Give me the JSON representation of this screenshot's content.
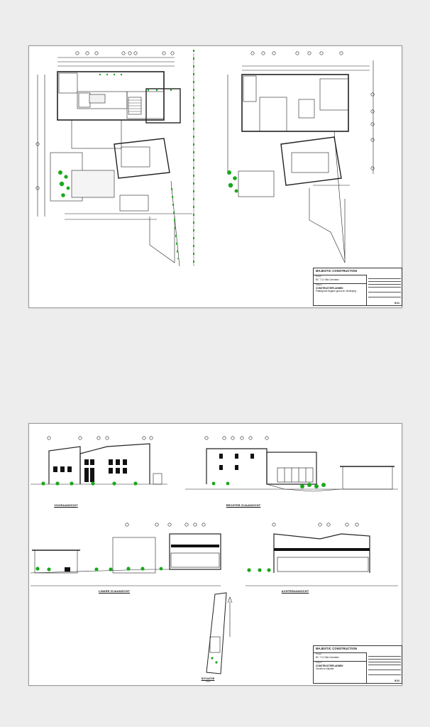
{
  "sheets": [
    {
      "company": "MAJESTIC CONSTRUCTION",
      "project_label": "Project",
      "project": "BC 7.11 Villa Carnation",
      "subject_label": "Subject",
      "title_line1": "CONSTRUCTIEPLANNEN",
      "title_line2": "Plattegrond begane grond en verdieping",
      "sheet_number": "B.01"
    },
    {
      "company": "MAJESTIC CONSTRUCTION",
      "project_label": "Project",
      "project": "BC 7.11 Villa Carnation",
      "subject_label": "Subject",
      "title_line1": "CONSTRUCTIEPLANNEN",
      "title_line2": "Gevels en situatie",
      "sheet_number": "B.02",
      "views": {
        "front": "VOORAANZICHT",
        "right": "RECHTER ZIJAANZICHT",
        "left": "LINKER ZIJAANZICHT",
        "rear": "ACHTERAANZICHT",
        "site": "SITUATIE",
        "site_scale": "1:500"
      }
    }
  ],
  "colors": {
    "line": "#222222",
    "hatch": "#888888",
    "vegetation": "#1aa81a",
    "window": "#111111"
  }
}
